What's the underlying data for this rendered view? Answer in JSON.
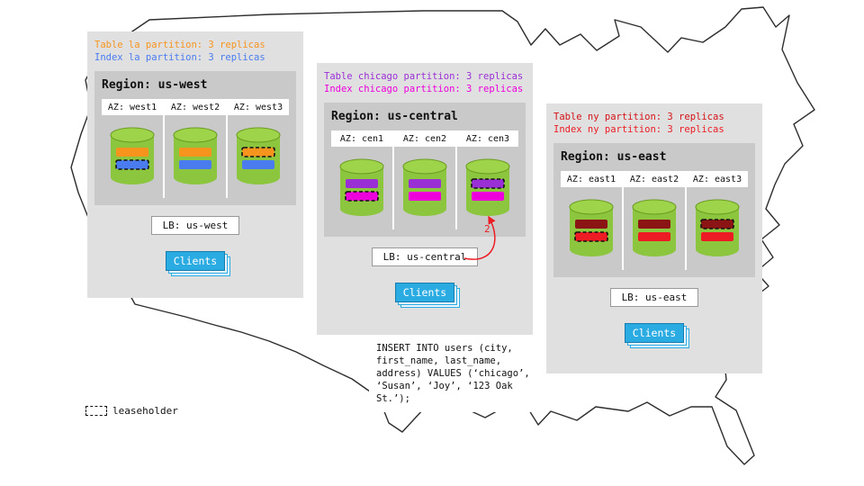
{
  "colors": {
    "table_la": "#f7941e",
    "index_la": "#4a7cf0",
    "table_chicago": "#9b2fd6",
    "index_chicago": "#ee00dd",
    "table_ny": "#8b1414",
    "index_ny": "#ed1c24",
    "cylinder": "#8cc63e",
    "cylinder_top": "#9ed44a",
    "clients_blue": "#2aabe2",
    "arrow_red": "#ed1c24"
  },
  "regions": {
    "west": {
      "legend": {
        "table": "Table la partition: 3 replicas",
        "index": "Index la partition: 3 replicas"
      },
      "title": "Region: us-west",
      "azs": [
        {
          "label": "AZ: west1",
          "leaseholder": "index"
        },
        {
          "label": "AZ: west2",
          "leaseholder": "none"
        },
        {
          "label": "AZ: west3",
          "leaseholder": "table"
        }
      ],
      "lb_label": "LB: us-west",
      "clients_label": "Clients"
    },
    "central": {
      "legend": {
        "table": "Table chicago partition: 3 replicas",
        "index": "Index chicago partition: 3 replicas"
      },
      "title": "Region: us-central",
      "azs": [
        {
          "label": "AZ: cen1",
          "leaseholder": "index"
        },
        {
          "label": "AZ: cen2",
          "leaseholder": "none"
        },
        {
          "label": "AZ: cen3",
          "leaseholder": "table"
        }
      ],
      "lb_label": "LB: us-central",
      "clients_label": "Clients"
    },
    "east": {
      "legend": {
        "table": "Table ny partition: 3 replicas",
        "index": "Index ny partition: 3 replicas"
      },
      "title": "Region: us-east",
      "azs": [
        {
          "label": "AZ: east1",
          "leaseholder": "index"
        },
        {
          "label": "AZ: east2",
          "leaseholder": "none"
        },
        {
          "label": "AZ: east3",
          "leaseholder": "table"
        }
      ],
      "lb_label": "LB: us-east",
      "clients_label": "Clients"
    }
  },
  "annotation": {
    "arrow_step": "2"
  },
  "sql_box": {
    "text": "INSERT INTO users (city,\nfirst_name, last_name,\naddress) VALUES (‘chicago’,\n‘Susan’, ‘Joy’, ‘123 Oak\nSt.’);"
  },
  "lease_legend": {
    "label": "leaseholder"
  }
}
